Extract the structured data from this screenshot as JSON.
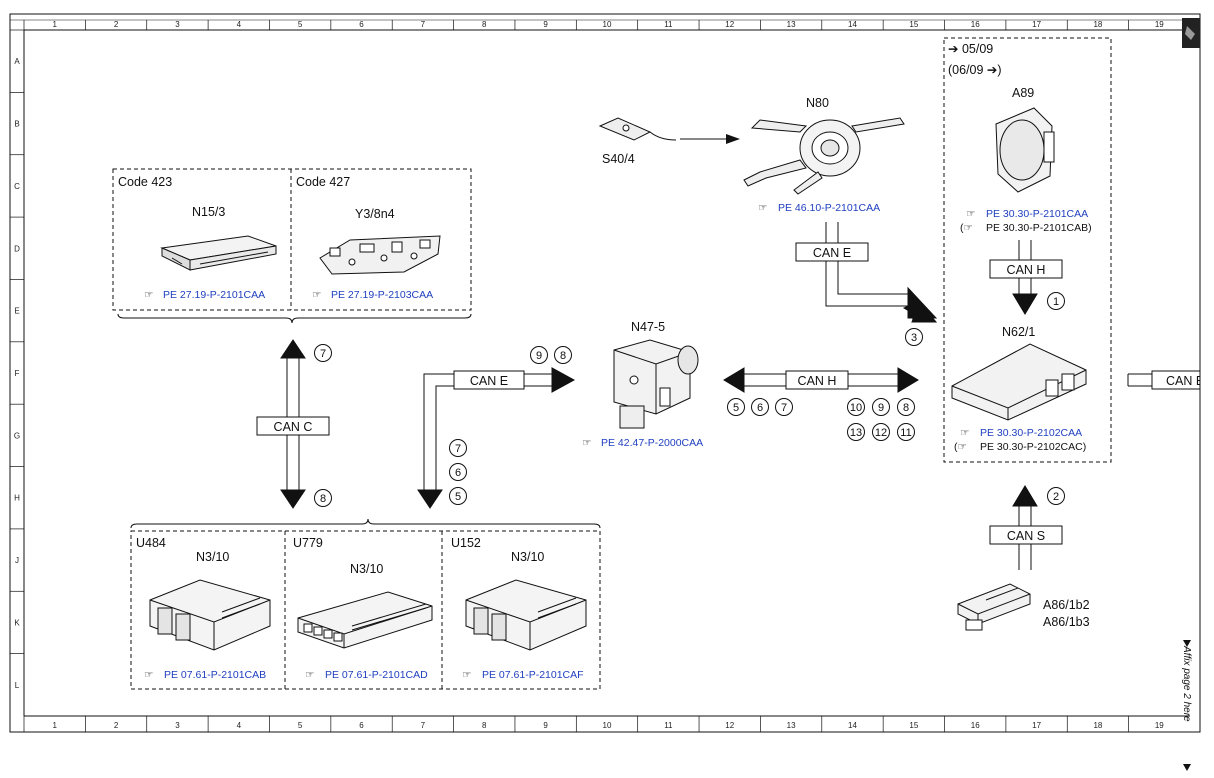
{
  "grid": {
    "columns": [
      "1",
      "2",
      "3",
      "4",
      "5",
      "6",
      "7",
      "8",
      "9",
      "10",
      "11",
      "12",
      "13",
      "14",
      "15",
      "16",
      "17",
      "18",
      "19"
    ],
    "rows": [
      "A",
      "B",
      "C",
      "D",
      "E",
      "F",
      "G",
      "H",
      "J",
      "K",
      "L"
    ]
  },
  "side_note": "Affix page 2 here",
  "groups": {
    "code423": {
      "code": "Code 423",
      "name": "N15/3",
      "ref": "PE 27.19-P-2101CAA"
    },
    "code427": {
      "code": "Code 427",
      "name": "Y3/8n4",
      "ref": "PE 27.19-P-2103CAA"
    },
    "u484": {
      "code": "U484",
      "name": "N3/10",
      "ref": "PE 07.61-P-2101CAB"
    },
    "u779": {
      "code": "U779",
      "name": "N3/10",
      "ref": "PE 07.61-P-2101CAD"
    },
    "u152": {
      "code": "U152",
      "name": "N3/10",
      "ref": "PE 07.61-P-2101CAF"
    }
  },
  "components": {
    "s40_4": {
      "name": "S40/4"
    },
    "n80": {
      "name": "N80",
      "ref": "PE 46.10-P-2101CAA"
    },
    "n47_5": {
      "name": "N47-5",
      "ref": "PE 42.47-P-2000CAA"
    },
    "a89": {
      "name": "A89",
      "ref": "PE 30.30-P-2101CAA",
      "ref2": "PE 30.30-P-2101CAB",
      "validity1": "05/09",
      "validity2": "(06/09"
    },
    "n62_1": {
      "name": "N62/1",
      "ref": "PE 30.30-P-2102CAA",
      "ref2": "PE 30.30-P-2102CAC"
    },
    "a86": {
      "name1": "A86/1b2",
      "name2": "A86/1b3"
    }
  },
  "buses": {
    "can_c": "CAN C",
    "can_e_left": "CAN E",
    "can_e_n80": "CAN E",
    "can_h_mid": "CAN H",
    "can_h_right": "CAN H",
    "can_s": "CAN S",
    "can_e_edge": "CAN E"
  },
  "markers": {
    "m1": "1",
    "m2": "2",
    "m3": "3",
    "m5a": "5",
    "m6a": "6",
    "m7a": "7",
    "m5b": "5",
    "m6b": "6",
    "m7b": "7",
    "m7c": "7",
    "m8c": "8",
    "m8d": "8",
    "m9d": "9",
    "m8e": "8",
    "m9e": "9",
    "m10e": "10",
    "m11e": "11",
    "m12e": "12",
    "m13e": "13"
  },
  "colors": {
    "ref_text": "#1f3fbf",
    "line": "#111111"
  }
}
